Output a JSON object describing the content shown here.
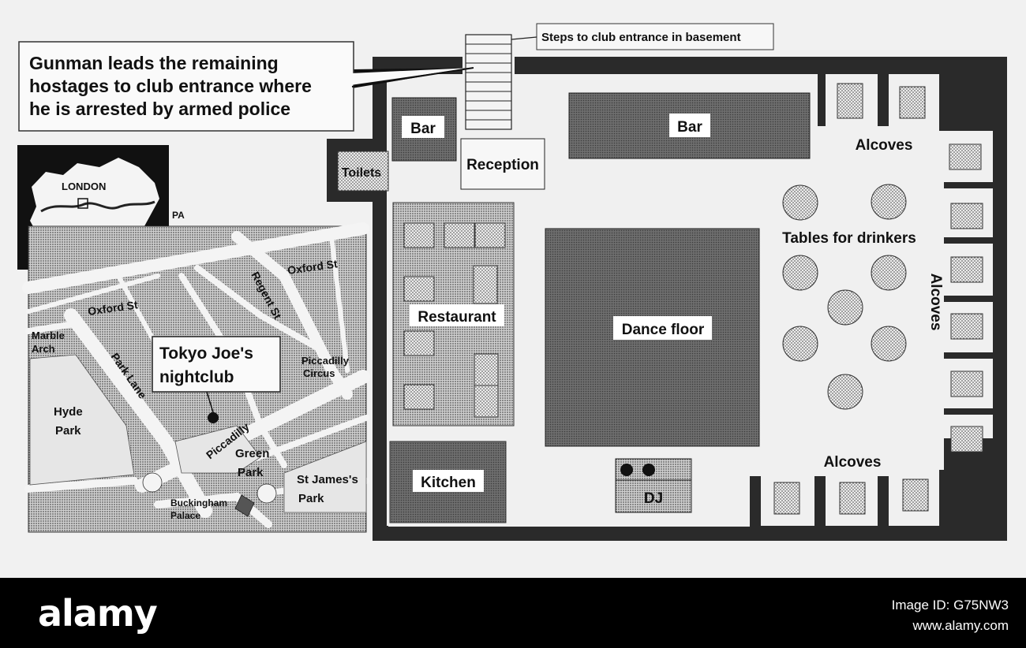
{
  "callout": {
    "line1": "Gunman leads the remaining",
    "line2": "hostages to club entrance where",
    "line3": "he is arrested by armed police"
  },
  "steps_label": "Steps to club entrance in basement",
  "credit": "PA",
  "inset_map": {
    "london_label": "LONDON",
    "club_line1": "Tokyo Joe's",
    "club_line2": "nightclub",
    "streets": {
      "oxford_st_1": "Oxford St",
      "oxford_st_2": "Oxford St",
      "regent_st": "Regent St",
      "park_lane": "Park Lane",
      "piccadilly": "Piccadilly"
    },
    "places": {
      "marble_arch_1": "Marble",
      "marble_arch_2": "Arch",
      "hyde_park_1": "Hyde",
      "hyde_park_2": "Park",
      "green_park_1": "Green",
      "green_park_2": "Park",
      "piccadilly_circus_1": "Piccadilly",
      "piccadilly_circus_2": "Circus",
      "st_james_1": "St James's",
      "st_james_2": "Park",
      "buckingham_1": "Buckingham",
      "buckingham_2": "Palace"
    }
  },
  "floor_plan": {
    "bar_small": "Bar",
    "bar_large": "Bar",
    "reception": "Reception",
    "toilets": "Toilets",
    "restaurant": "Restaurant",
    "kitchen": "Kitchen",
    "dance_floor": "Dance floor",
    "dj": "DJ",
    "tables_for_drinkers": "Tables for drinkers",
    "alcoves_top": "Alcoves",
    "alcoves_right": "Alcoves",
    "alcoves_bottom": "Alcoves"
  },
  "footer": {
    "brand": "alamy",
    "image_id": "Image ID: G75NW3",
    "site": "www.alamy.com"
  }
}
